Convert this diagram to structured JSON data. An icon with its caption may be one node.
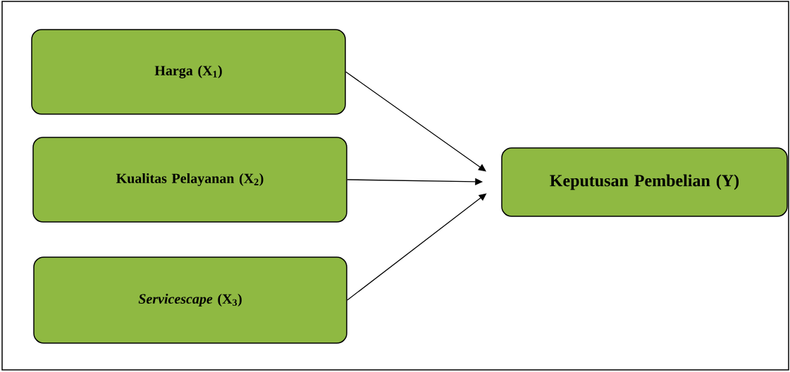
{
  "diagram": {
    "nodes": [
      {
        "text": [
          "Harga (X$_{1}$)"
        ]
      },
      {
        "text": [
          "Kualitas Pelayanan (X$_{2}$)"
        ]
      },
      {
        "text": [
          "*Servicescape* (X$_{3}$)"
        ]
      },
      {
        "text": [
          "Keputusan Pembelian (Y)"
        ]
      }
    ],
    "edges": [
      {
        "from": 0,
        "to": 3,
        "arrow": "to"
      },
      {
        "from": 1,
        "to": 3,
        "arrow": "to"
      },
      {
        "from": 2,
        "to": 3,
        "arrow": "to"
      }
    ]
  }
}
